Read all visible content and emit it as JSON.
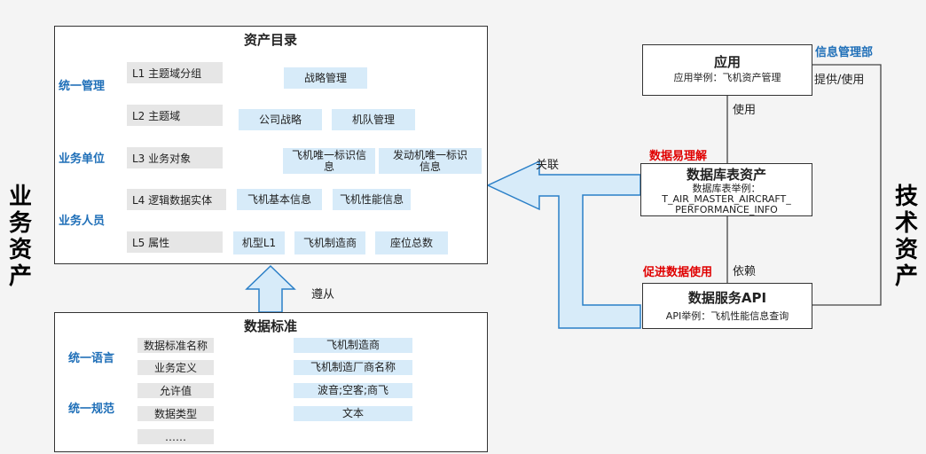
{
  "side_labels": {
    "left": "业务资产",
    "right": "技术资产"
  },
  "catalog": {
    "title": "资产目录",
    "categories": [
      "统一管理",
      "业务单位",
      "业务人员"
    ],
    "levels": [
      "L1 主题域分组",
      "L2 主题域",
      "L3 业务对象",
      "L4 逻辑数据实体",
      "L5 属性"
    ],
    "nodes": {
      "strategy": "战略管理",
      "corp_strategy": "公司战略",
      "fleet": "机队管理",
      "aircraft_id": "飞机唯一标识信息",
      "engine_id": "发动机唯一标识信息",
      "aircraft_basic": "飞机基本信息",
      "aircraft_perf": "飞机性能信息",
      "model": "机型L1",
      "manufacturer": "飞机制造商",
      "seats": "座位总数"
    }
  },
  "standard": {
    "title": "数据标准",
    "categories": [
      "统一语言",
      "统一规范"
    ],
    "fields": [
      "数据标准名称",
      "业务定义",
      "允许值",
      "数据类型",
      "……"
    ],
    "values": [
      "飞机制造商",
      "飞机制造厂商名称",
      "波音;空客;商飞",
      "文本"
    ]
  },
  "arrows": {
    "follow": "遵从",
    "relate": "关联"
  },
  "tech": {
    "app": {
      "title": "应用",
      "example": "应用举例：飞机资产管理"
    },
    "db": {
      "title": "数据库表资产",
      "example_label": "数据库表举例：",
      "example_value": "T_AIR_MASTER_AIRCRAFT_PERFORMANCE_INFO"
    },
    "api": {
      "title": "数据服务API",
      "example": "API举例：飞机性能信息查询"
    },
    "labels": {
      "use": "使用",
      "depend": "依赖",
      "provide_use": "提供/使用"
    },
    "red_labels": {
      "understand": "数据易理解",
      "promote": "促进数据使用"
    },
    "info_dept": "信息管理部"
  }
}
